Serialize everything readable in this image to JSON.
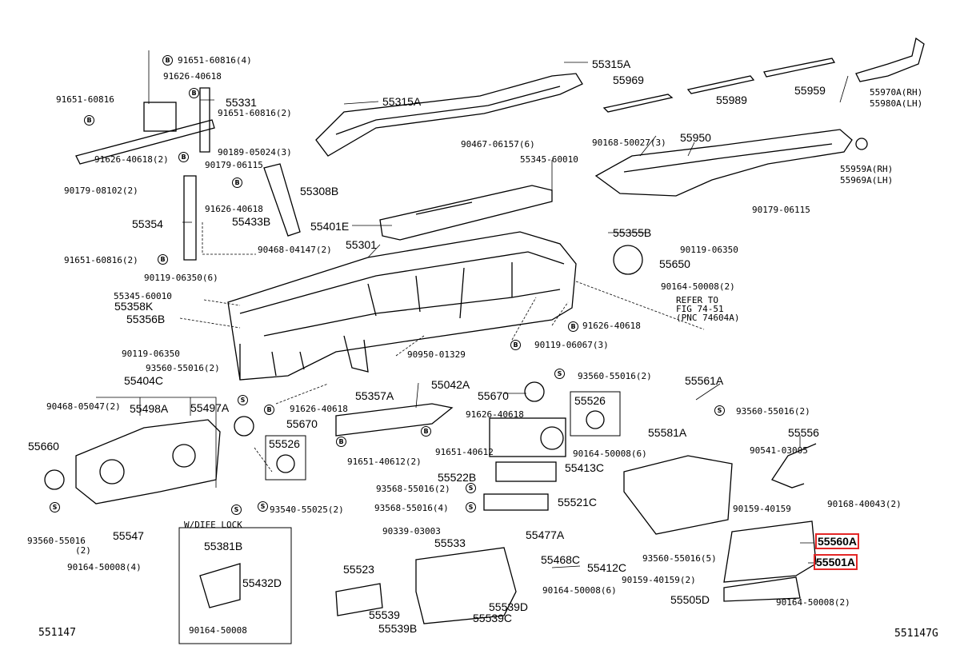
{
  "diagram": {
    "codes": {
      "bottom_left": "551147",
      "bottom_right": "551147G"
    },
    "inset_title": "W/DIFE LOCK",
    "refer_note": [
      "REFER TO",
      "FIG 74-51",
      "(PNC 74604A)"
    ],
    "symbols": {
      "bolt": "B",
      "screw": "S"
    },
    "highlight_color": "#e32626",
    "parts": [
      "91651-60816(4)",
      "91626-40618",
      "55331",
      "91651-60816(2)",
      "91651-60816",
      "91626-40618(2)",
      "90179-08102(2)",
      "90189-05024(3)",
      "90179-06115",
      "91626-40618",
      "55354",
      "91651-60816(2)",
      "55433B",
      "55308B",
      "90468-04147(2)",
      "55315A",
      "55315A",
      "90467-06157(6)",
      "55345-60010",
      "55401E",
      "55301",
      "90119-06350(6)",
      "55345-60010",
      "55358K",
      "55356B",
      "90119-06350",
      "93560-55016(2)",
      "55404C",
      "90468-05047(2)",
      "55498A",
      "55497A",
      "55670",
      "55526",
      "55660",
      "93560-55016",
      "(2)",
      "55547",
      "90164-50008(4)",
      "93540-55025(2)",
      "91626-40618",
      "90950-01329",
      "55357A",
      "55042A",
      "91626-40618",
      "91651-40612",
      "91651-40612(2)",
      "55969",
      "55989",
      "55959",
      "55970A(RH)",
      "55980A(LH)",
      "90168-50027(3)",
      "55950",
      "55959A(RH)",
      "55969A(LH)",
      "90179-06115",
      "55355B",
      "90119-06350",
      "55650",
      "90164-50008(2)",
      "91626-40618",
      "90119-06067(3)",
      "93560-55016(2)",
      "55670",
      "55526",
      "90164-50008(6)",
      "55413C",
      "55522B",
      "93568-55016(2)",
      "93568-55016(4)",
      "55521C",
      "55561A",
      "93560-55016(2)",
      "55581A",
      "55556",
      "90541-03005",
      "90168-40043(2)",
      "90159-40159",
      "55560A",
      "93560-55016(5)",
      "55501A",
      "90159-40159(2)",
      "55505D",
      "90164-50008(2)",
      "90339-03003",
      "55533",
      "55477A",
      "55468C",
      "55412C",
      "55523",
      "90164-50008(6)",
      "55539",
      "55539D",
      "55539C",
      "55539B",
      "55381B",
      "55432D",
      "90164-50008"
    ]
  }
}
